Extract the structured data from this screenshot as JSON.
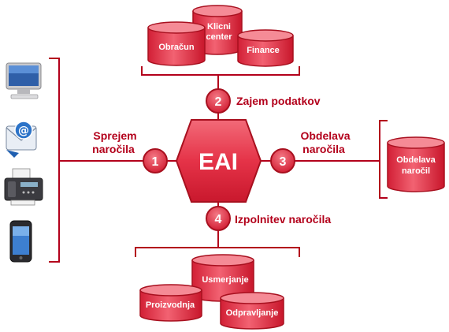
{
  "hub": {
    "label": "EAI"
  },
  "steps": [
    {
      "number": "1",
      "label_lines": [
        "Sprejem",
        "naročila"
      ]
    },
    {
      "number": "2",
      "label_lines": [
        "Zajem podatkov"
      ]
    },
    {
      "number": "3",
      "label_lines": [
        "Obdelava",
        "naročila"
      ]
    },
    {
      "number": "4",
      "label_lines": [
        "Izpolnitev naročila"
      ]
    }
  ],
  "top_systems": [
    {
      "lines": [
        "Obračun"
      ]
    },
    {
      "lines": [
        "Klicni",
        "center"
      ]
    },
    {
      "lines": [
        "Finance"
      ]
    }
  ],
  "right_system": {
    "lines": [
      "Obdelava",
      "naročil"
    ]
  },
  "bottom_systems": [
    {
      "lines": [
        "Usmerjanje"
      ]
    },
    {
      "lines": [
        "Proizvodnja"
      ]
    },
    {
      "lines": [
        "Odpravljanje"
      ]
    }
  ],
  "channels": [
    {
      "icon": "desktop-computer-icon"
    },
    {
      "icon": "email-icon"
    },
    {
      "icon": "fax-machine-icon"
    },
    {
      "icon": "mobile-phone-icon"
    }
  ],
  "colors": {
    "accent": "#b3001b",
    "node_fill": "#e8344a",
    "node_stroke": "#a8101f",
    "cylinder_fill": "#ee4a5c"
  }
}
